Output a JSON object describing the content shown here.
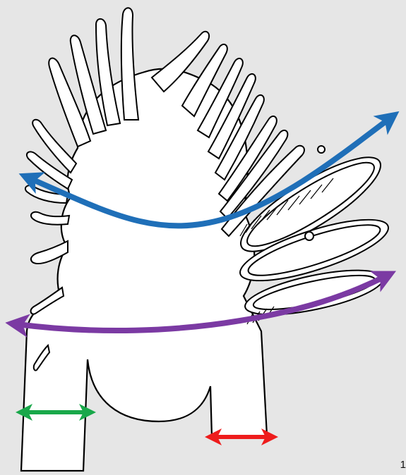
{
  "figure": {
    "page_number": "1",
    "colors": {
      "background": "#e6e6e6",
      "outline": "#000000",
      "fill": "#ffffff",
      "blue_arrow": "#1f6fb8",
      "purple_arrow": "#7b3aa3",
      "green_arrow": "#19a84a",
      "red_arrow": "#ee1c1c"
    },
    "arrows": [
      {
        "name": "blue-double-arrow-icon",
        "color": "blue_arrow",
        "direction": "bidirectional"
      },
      {
        "name": "purple-double-arrow-icon",
        "color": "purple_arrow",
        "direction": "bidirectional"
      },
      {
        "name": "green-double-arrow-icon",
        "color": "green_arrow",
        "direction": "bidirectional"
      },
      {
        "name": "red-double-arrow-icon",
        "color": "red_arrow",
        "direction": "bidirectional"
      }
    ]
  }
}
